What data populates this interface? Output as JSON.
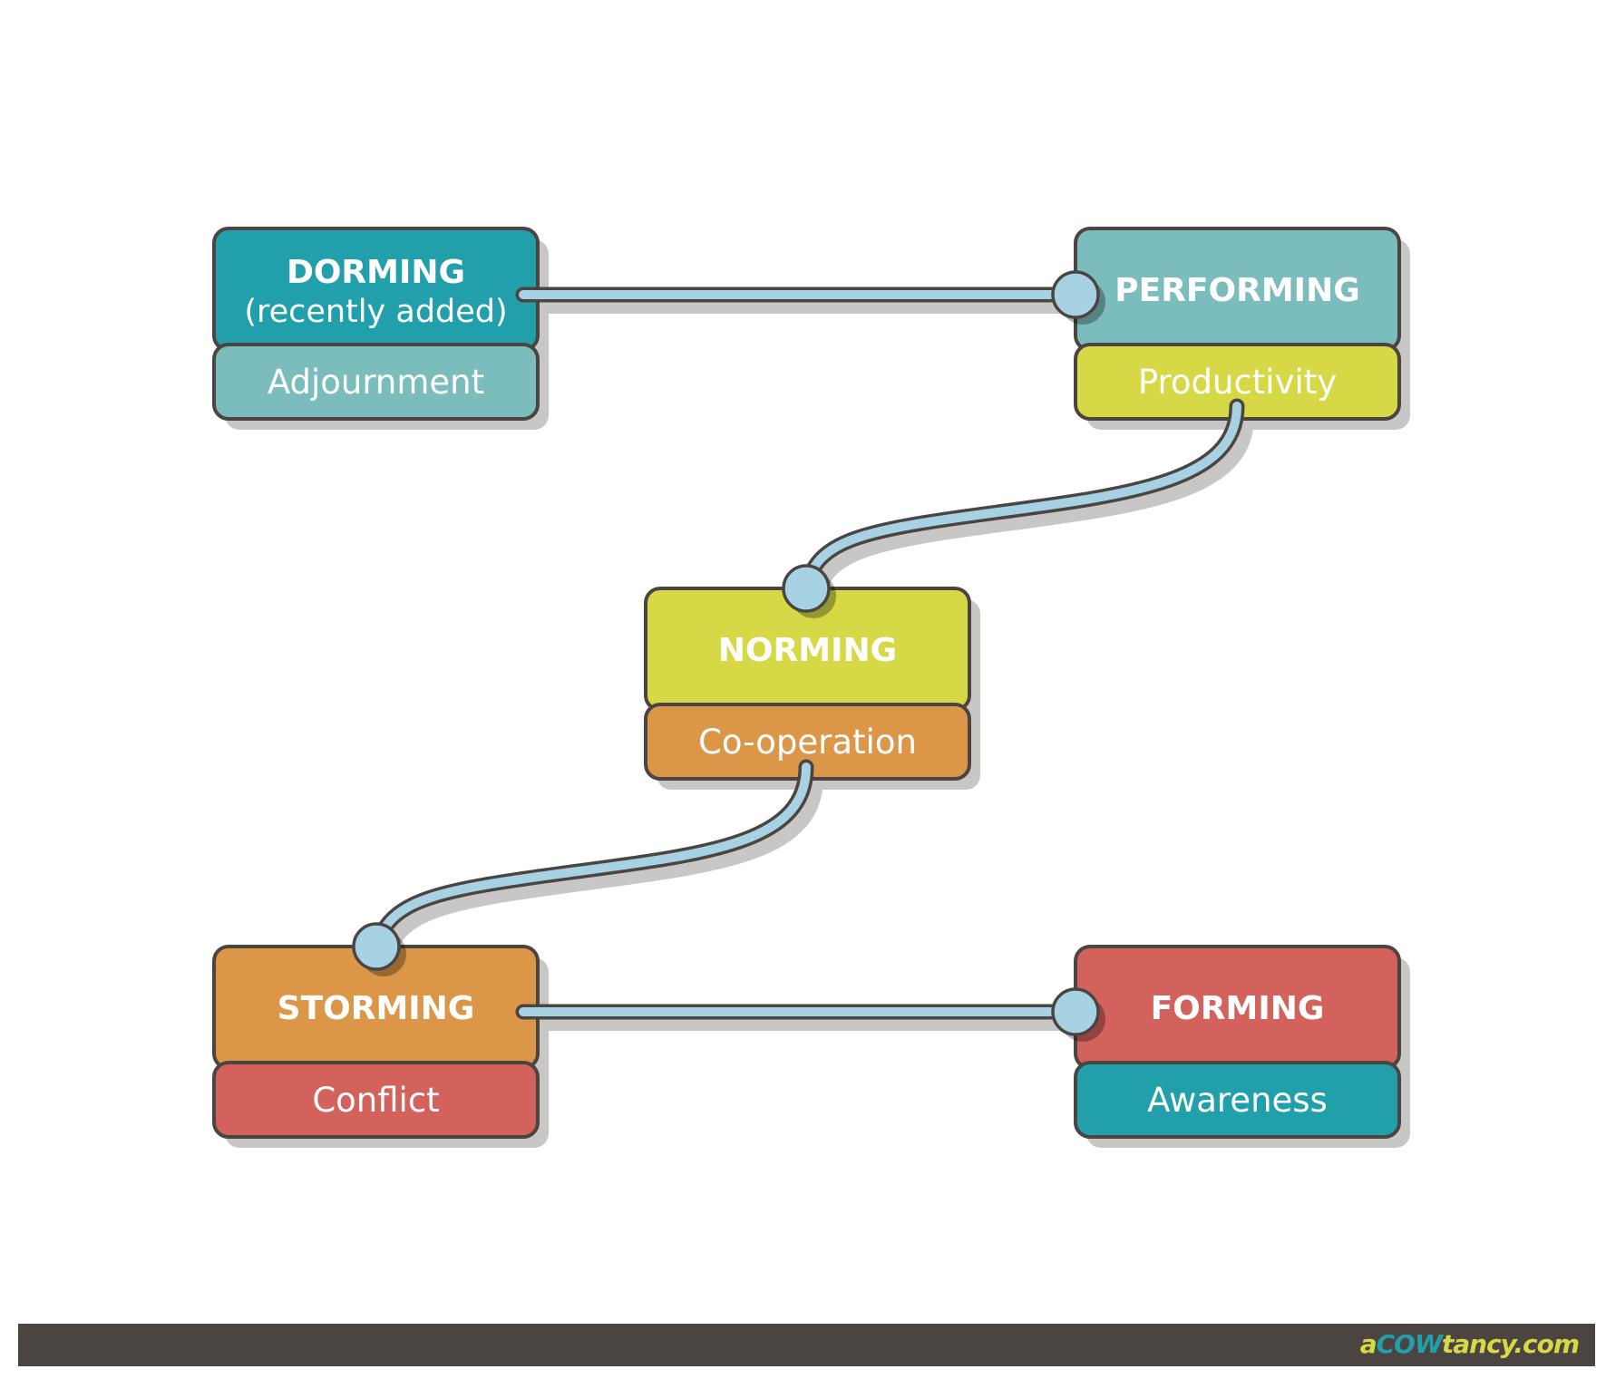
{
  "colors": {
    "teal": "#21a0ab",
    "light_teal": "#7bbcbc",
    "lime": "#d6d945",
    "orange": "#dc9647",
    "red": "#d4625c",
    "connector": "#a6d2e4",
    "outline": "#4b4542",
    "shadow": "#c9c7c6"
  },
  "stages": [
    {
      "id": "dorming",
      "title": "DORMING",
      "subtitle": "(recently added)",
      "label": "Adjournment",
      "top_color": "#21a0ab",
      "bottom_color": "#7bbcbc"
    },
    {
      "id": "performing",
      "title": "PERFORMING",
      "subtitle": "",
      "label": "Productivity",
      "top_color": "#7bbcbc",
      "bottom_color": "#d6d945"
    },
    {
      "id": "norming",
      "title": "NORMING",
      "subtitle": "",
      "label": "Co-operation",
      "top_color": "#d6d945",
      "bottom_color": "#dc9647"
    },
    {
      "id": "storming",
      "title": "STORMING",
      "subtitle": "",
      "label": "Conflict",
      "top_color": "#dc9647",
      "bottom_color": "#d4625c"
    },
    {
      "id": "forming",
      "title": "FORMING",
      "subtitle": "",
      "label": "Awareness",
      "top_color": "#d4625c",
      "bottom_color": "#21a0ab"
    }
  ],
  "footer": {
    "logo_a": "a",
    "logo_cow": "COW",
    "logo_rest": "tancy.com"
  }
}
